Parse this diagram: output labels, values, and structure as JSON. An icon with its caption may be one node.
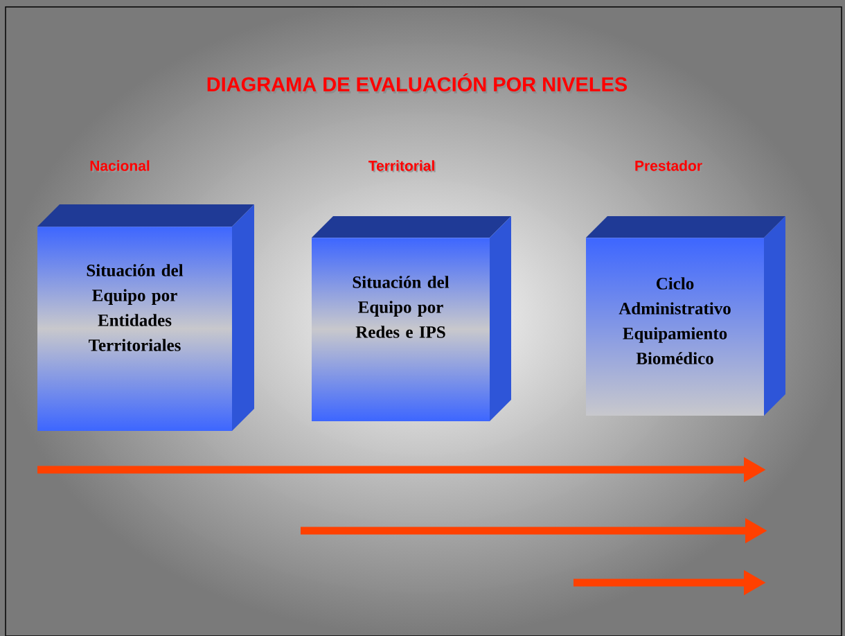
{
  "diagram": {
    "title": "DIAGRAMA DE EVALUACIÓN POR NIVELES",
    "nodes": [
      {
        "text": [
          "Nacional",
          "Situación del Equipo por Entidades Territoriales"
        ]
      },
      {
        "text": [
          "Territorial",
          "Situación del Equipo por Redes e IPS"
        ]
      },
      {
        "text": [
          "Prestador",
          "Ciclo Administrativo Equipamiento Biomédico"
        ]
      }
    ]
  }
}
